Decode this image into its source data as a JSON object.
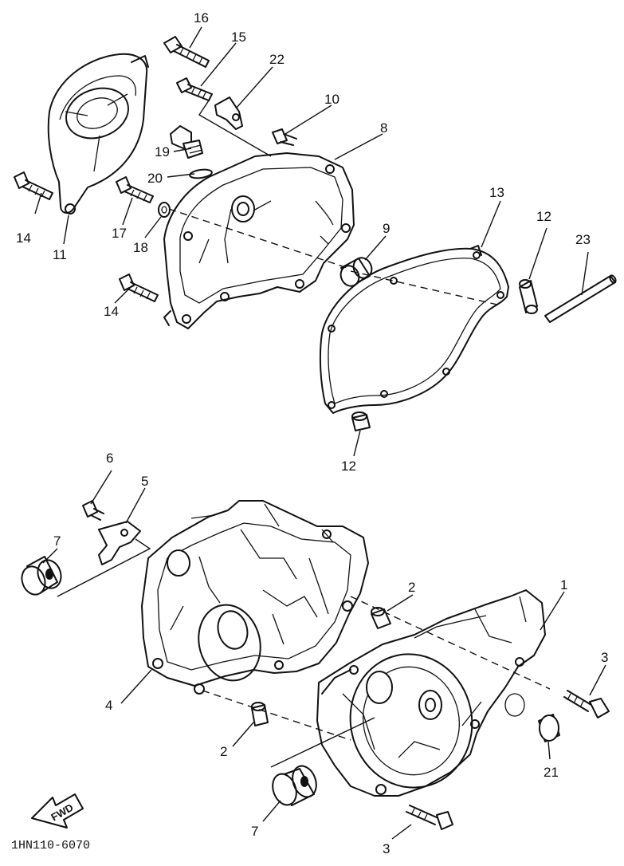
{
  "callouts": [
    "1",
    "2",
    "2",
    "3",
    "3",
    "4",
    "5",
    "6",
    "7",
    "7",
    "8",
    "9",
    "10",
    "11",
    "12",
    "12",
    "13",
    "14",
    "14",
    "15",
    "16",
    "17",
    "18",
    "19",
    "20",
    "21",
    "22",
    "23"
  ],
  "arrow_label": "FWD",
  "drawing_code": "1HN110-6070"
}
